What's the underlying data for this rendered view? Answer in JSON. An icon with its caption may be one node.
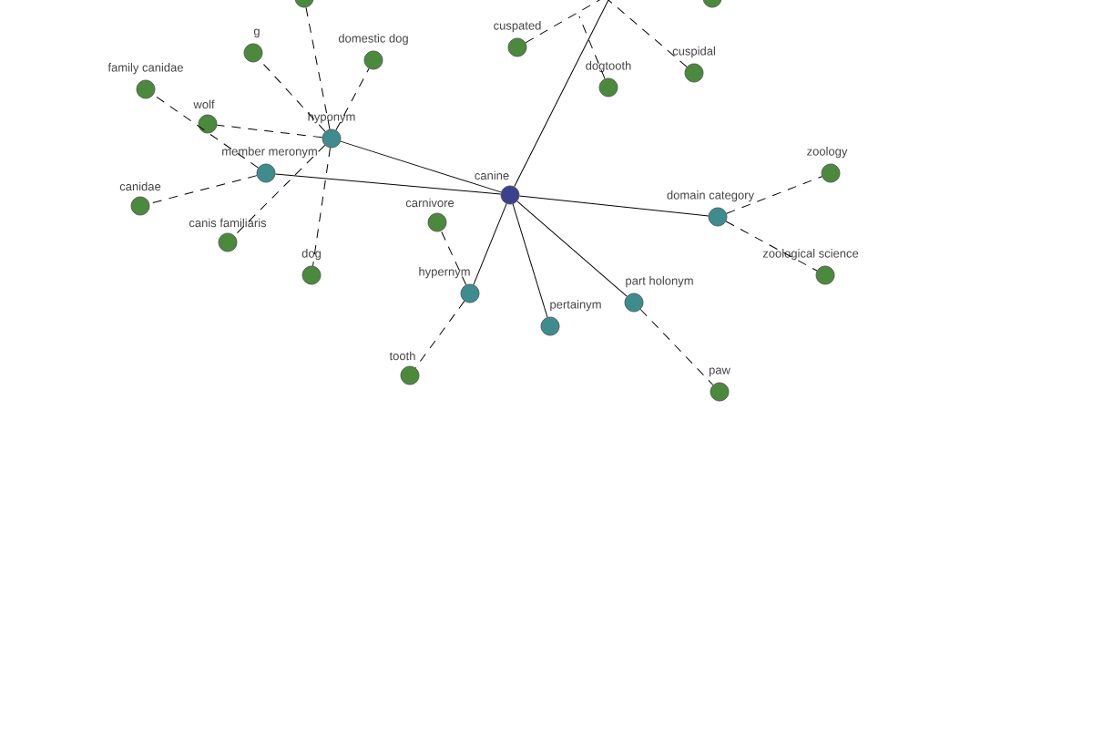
{
  "diagram": {
    "nodes": [
      {
        "text": [
          "canine"
        ]
      },
      {
        "text": [
          "hyponym"
        ]
      },
      {
        "text": [
          "member meronym"
        ]
      },
      {
        "text": [
          "hypernym"
        ]
      },
      {
        "text": [
          "pertainym"
        ]
      },
      {
        "text": [
          "part holonym"
        ]
      },
      {
        "text": [
          "domain category"
        ]
      },
      {
        "text": [
          "g"
        ]
      },
      {
        "text": [
          "domestic dog"
        ]
      },
      {
        "text": [
          "family canidae"
        ]
      },
      {
        "text": [
          "wolf"
        ]
      },
      {
        "text": [
          "canidae"
        ]
      },
      {
        "text": [
          "canis familiaris"
        ]
      },
      {
        "text": [
          "dog"
        ]
      },
      {
        "text": [
          "carnivore"
        ]
      },
      {
        "text": [
          "tooth"
        ]
      },
      {
        "text": [
          "paw"
        ]
      },
      {
        "text": [
          "zoology"
        ]
      },
      {
        "text": [
          "zoological science"
        ]
      },
      {
        "text": [
          "cuspated"
        ]
      },
      {
        "text": [
          "dogtooth"
        ]
      },
      {
        "text": [
          "cuspidal"
        ]
      },
      {
        "text": [],
        "shape": "circle"
      },
      {
        "text": [],
        "shape": "circle"
      }
    ],
    "edges": [
      {
        "from": 0,
        "to": 1,
        "arrow": "none"
      },
      {
        "from": 0,
        "to": 2,
        "arrow": "none"
      },
      {
        "from": 0,
        "to": 3,
        "arrow": "none"
      },
      {
        "from": 0,
        "to": 4,
        "arrow": "none"
      },
      {
        "from": 0,
        "to": 5,
        "arrow": "none"
      },
      {
        "from": 0,
        "to": 6,
        "arrow": "none"
      },
      {
        "from": 0,
        "to": null,
        "arrow": "none"
      },
      {
        "from": 1,
        "to": 7,
        "arrow": "none",
        "style": "dashed"
      },
      {
        "from": 1,
        "to": 8,
        "arrow": "none",
        "style": "dashed"
      },
      {
        "from": 1,
        "to": 10,
        "arrow": "none",
        "style": "dashed"
      },
      {
        "from": 1,
        "to": 12,
        "arrow": "none",
        "style": "dashed"
      },
      {
        "from": 1,
        "to": 13,
        "arrow": "none",
        "style": "dashed"
      },
      {
        "from": 1,
        "to": 22,
        "arrow": "none",
        "style": "dashed"
      },
      {
        "from": 2,
        "to": 9,
        "arrow": "none",
        "style": "dashed"
      },
      {
        "from": 2,
        "to": 11,
        "arrow": "none",
        "style": "dashed"
      },
      {
        "from": 3,
        "to": 14,
        "arrow": "none",
        "style": "dashed"
      },
      {
        "from": 3,
        "to": 15,
        "arrow": "none",
        "style": "dashed"
      },
      {
        "from": 5,
        "to": 16,
        "arrow": "none",
        "style": "dashed"
      },
      {
        "from": 6,
        "to": 17,
        "arrow": "none",
        "style": "dashed"
      },
      {
        "from": 6,
        "to": 18,
        "arrow": "none",
        "style": "dashed"
      },
      {
        "from": 19,
        "to": null,
        "arrow": "none",
        "style": "dashed"
      },
      {
        "from": 20,
        "to": null,
        "arrow": "none",
        "style": "dashed"
      },
      {
        "from": 21,
        "to": null,
        "arrow": "none",
        "style": "dashed"
      }
    ]
  }
}
